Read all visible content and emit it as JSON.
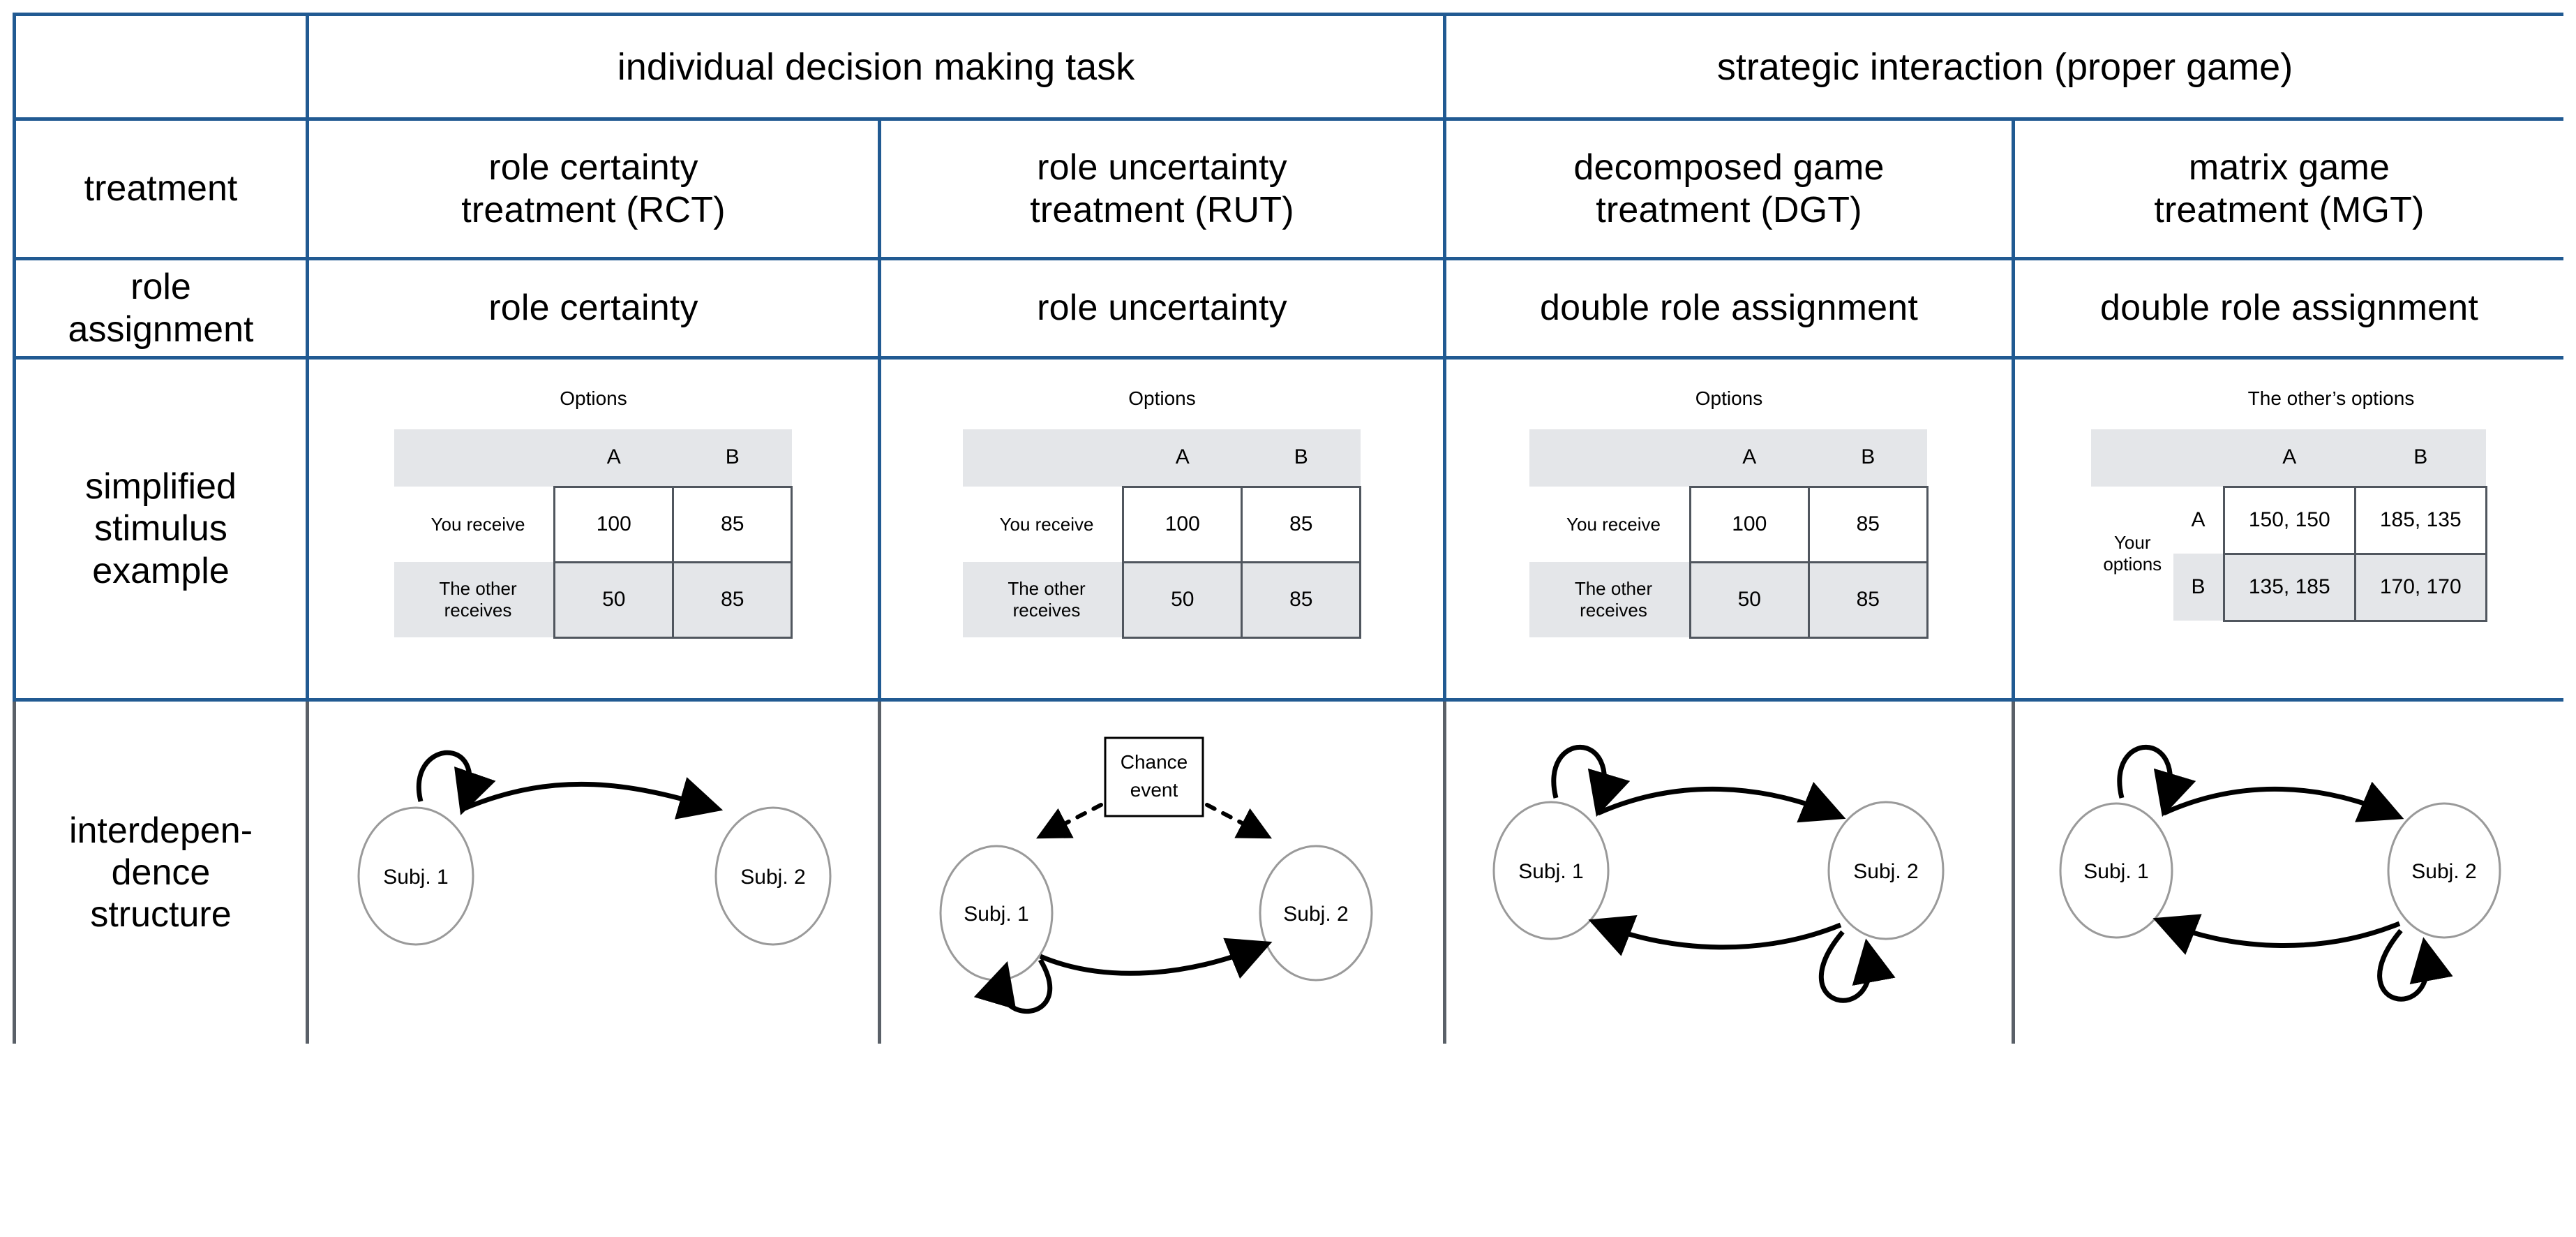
{
  "table": {
    "column_groups": [
      {
        "label": "",
        "span": 1
      },
      {
        "label": "individual decision making task",
        "span": 2
      },
      {
        "label": "strategic interaction (proper game)",
        "span": 2
      }
    ],
    "row_labels": {
      "treatment": "treatment",
      "role_assignment": "role\nassignment",
      "role_assignment_l1": "role",
      "role_assignment_l2": "assignment",
      "stimulus": "simplified\nstimulus\nexample",
      "stimulus_l1": "simplified",
      "stimulus_l2": "stimulus",
      "stimulus_l3": "example",
      "interdependence": "interdepen-\ndence\nstructure",
      "interdependence_l1": "interdepen-",
      "interdependence_l2": "dence",
      "interdependence_l3": "structure"
    },
    "treatments": [
      {
        "line1": "role certainty",
        "line2": "treatment (RCT)"
      },
      {
        "line1": "role uncertainty",
        "line2": "treatment (RUT)"
      },
      {
        "line1": "decomposed game",
        "line2": "treatment (DGT)"
      },
      {
        "line1": "matrix game",
        "line2": "treatment (MGT)"
      }
    ],
    "role_assignment_values": [
      "role certainty",
      "role uncertainty",
      "double role assignment",
      "double role assignment"
    ]
  },
  "stimuli": {
    "decomposed": {
      "title": "Options",
      "col_headers": [
        "A",
        "B"
      ],
      "rows": [
        {
          "label": "You receive",
          "values": [
            "100",
            "85"
          ]
        },
        {
          "label": "The other receives",
          "label_l1": "The other",
          "label_l2": "receives",
          "values": [
            "50",
            "85"
          ]
        }
      ]
    },
    "matrix": {
      "title": "The other’s options",
      "row_axis_label_l1": "Your",
      "row_axis_label_l2": "options",
      "col_headers": [
        "A",
        "B"
      ],
      "row_headers": [
        "A",
        "B"
      ],
      "cells": [
        [
          "150, 150",
          "185, 135"
        ],
        [
          "135, 185",
          "170, 170"
        ]
      ]
    }
  },
  "diagrams": {
    "node_labels": {
      "subj1": "Subj. 1",
      "subj2": "Subj. 2"
    },
    "chance_event_l1": "Chance",
    "chance_event_l2": "event",
    "rct": {
      "self_loop_subject": "Subj. 1",
      "edges": [
        "Subj. 1 → Subj. 1",
        "Subj. 1 → Subj. 2"
      ]
    },
    "rut": {
      "edges": [
        "Chance event ⇢ Subj. 1",
        "Chance event ⇢ Subj. 2",
        "Subj. 1 → Subj. 1",
        "Subj. 1 → Subj. 2"
      ]
    },
    "dgt": {
      "edges": [
        "Subj. 1 → Subj. 1",
        "Subj. 1 → Subj. 2",
        "Subj. 2 → Subj. 1",
        "Subj. 2 → Subj. 2"
      ]
    },
    "mgt": {
      "edges": [
        "Subj. 1 → Subj. 1",
        "Subj. 1 → Subj. 2",
        "Subj. 2 → Subj. 1",
        "Subj. 2 → Subj. 2"
      ]
    }
  },
  "colors": {
    "grid_blue": "#215a92",
    "grid_grey": "#5a6068",
    "shade": "#e4e6e9",
    "box_stroke": "#50565e",
    "node_stroke": "#9a9a9a"
  }
}
